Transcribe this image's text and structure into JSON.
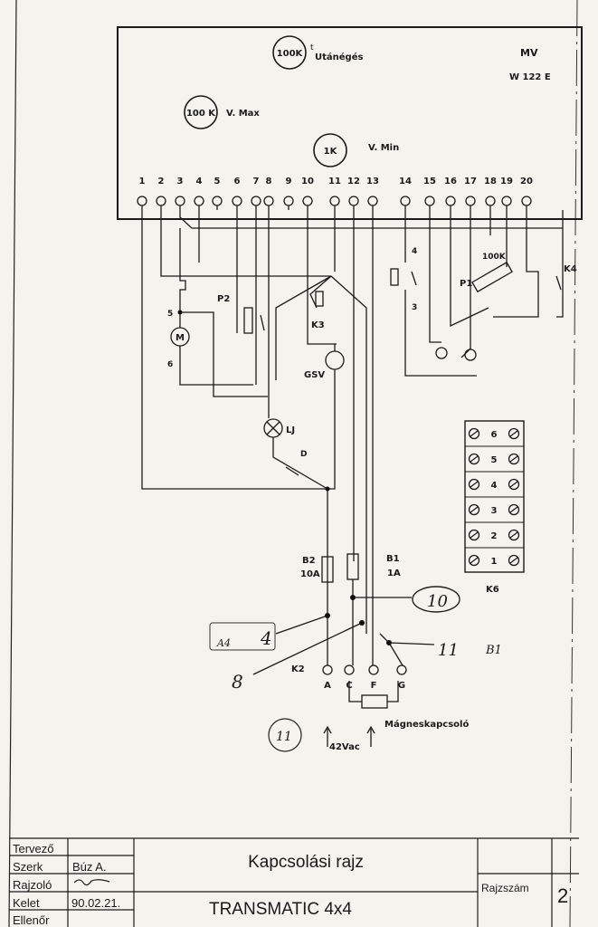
{
  "panel": {
    "header_code": "MV",
    "model": "W 122 E",
    "pots": [
      {
        "value": "100K",
        "label_prefix": "t",
        "label": "Utánégés"
      },
      {
        "value": "100 K",
        "label": "V. Max"
      },
      {
        "value": "1K",
        "label": "V. Min"
      }
    ]
  },
  "terminals": [
    "1",
    "2",
    "3",
    "4",
    "5",
    "6",
    "7",
    "8",
    "9",
    "10",
    "11",
    "12",
    "13",
    "14",
    "15",
    "16",
    "17",
    "18",
    "19",
    "20"
  ],
  "components": {
    "p2": "P2",
    "motor": "M",
    "motor_pin_top": "5",
    "motor_pin_bottom": "6",
    "k3": "K3",
    "gsv": "GSV",
    "lj": "LJ",
    "d": "D",
    "k4": "K4",
    "p1": "P1",
    "p1_value": "100K",
    "sw_pin_top": "4",
    "sw_pin_bottom": "3",
    "b2": "B2",
    "b2_rating": "10A",
    "b1": "B1",
    "b1_rating": "1A",
    "k2": "K2",
    "k2_terminals": [
      "A",
      "C",
      "F",
      "G"
    ],
    "coil_label": "Mágneskapcsoló",
    "supply": "42Vac",
    "k6": "K6",
    "k6_rows": [
      "6",
      "5",
      "4",
      "3",
      "2",
      "1"
    ]
  },
  "handwritten": {
    "n10": "10",
    "n11": "11",
    "n4": "4",
    "n4_prefix": "A4",
    "n8": "8",
    "n11_circle": "11",
    "b1_note": "B1"
  },
  "title_block": {
    "roles": [
      "Tervező",
      "Szerk",
      "Rajzoló",
      "Kelet",
      "Ellenőr"
    ],
    "szerk_value": "Búz A.",
    "rajzolo_value": "",
    "kelet_value": "90.02.21.",
    "drawing_title": "Kapcsolási rajz",
    "subject": "TRANSMATIC  4x4",
    "rajzszam_label": "Rajzszám",
    "rajzszam_value": "2"
  }
}
